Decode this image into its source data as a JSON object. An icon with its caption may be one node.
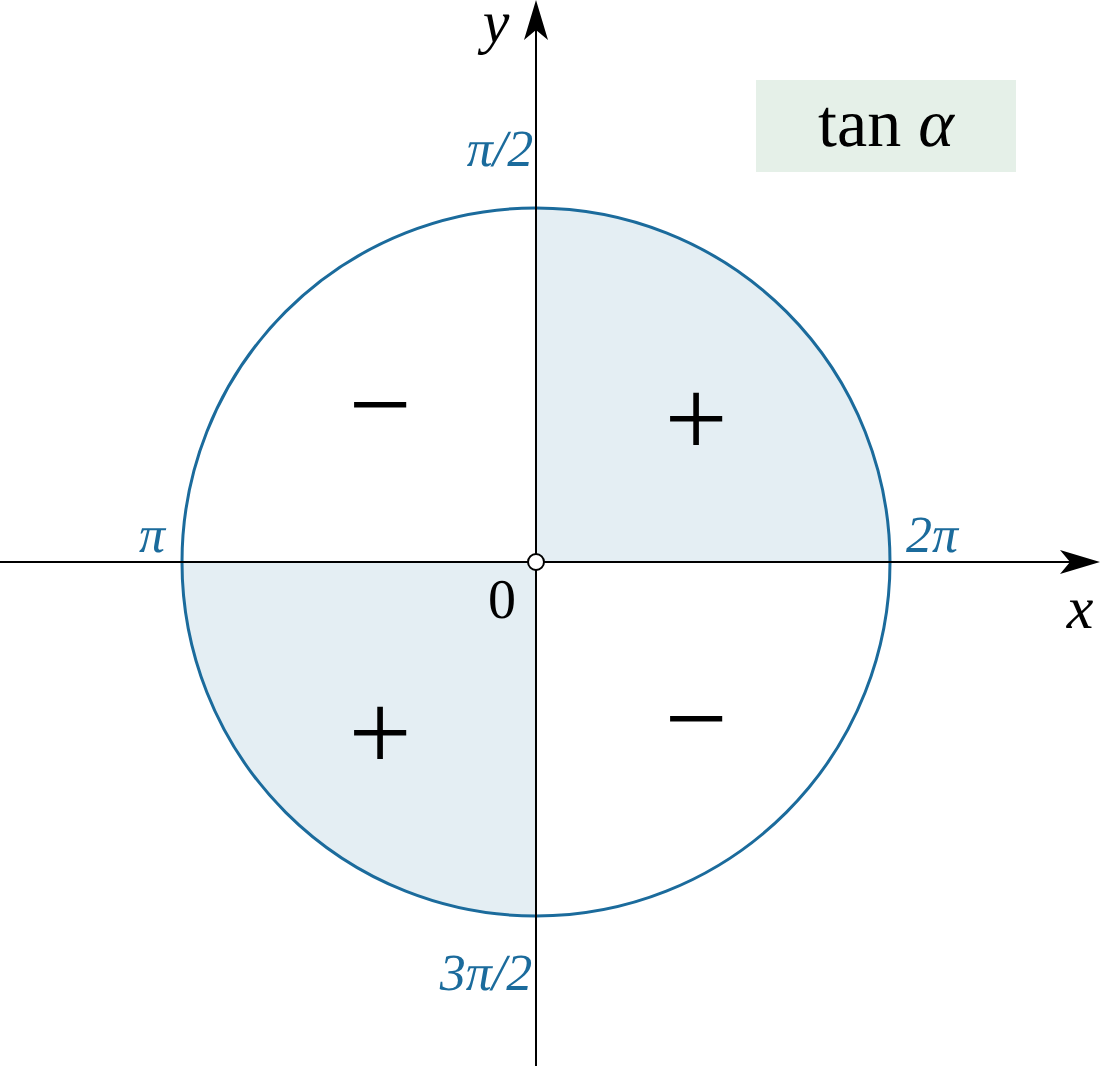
{
  "diagram": {
    "nodes": [
      {
        "text": [
          "tan *α*"
        ]
      }
    ],
    "edges": [],
    "labels": [
      "y",
      "π/2",
      "−",
      "+",
      "π",
      "2π",
      "0",
      "x",
      "+",
      "−",
      "3π/2"
    ]
  }
}
